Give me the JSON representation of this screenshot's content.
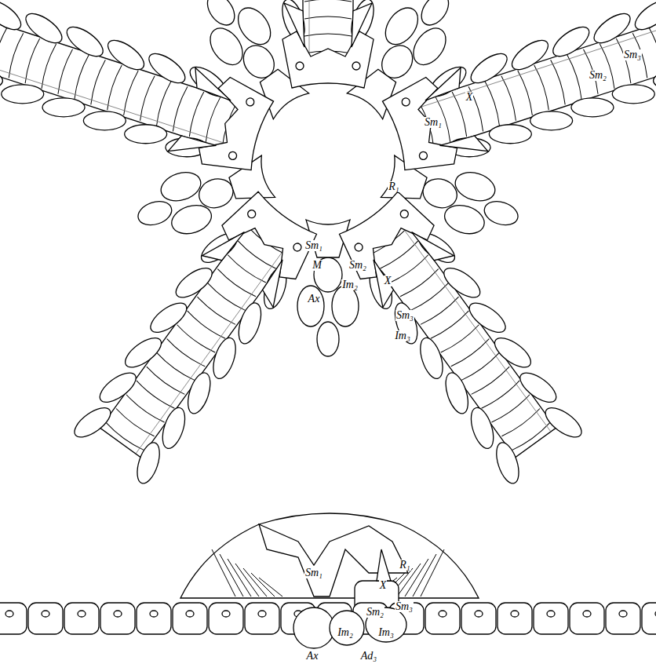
{
  "diagram": {
    "labels": [
      "Sm₃",
      "Sm₂",
      "Sm₁",
      "X",
      "R₁",
      "Sm₁",
      "M",
      "Sm₂",
      "X",
      "Im₂",
      "Ax",
      "Sm₃",
      "Im₃",
      "Sm₁",
      "R₁",
      "X",
      "Sm₂",
      "Sm₃",
      "Im₂",
      "Im₃",
      "Ax",
      "Ad₃"
    ]
  }
}
